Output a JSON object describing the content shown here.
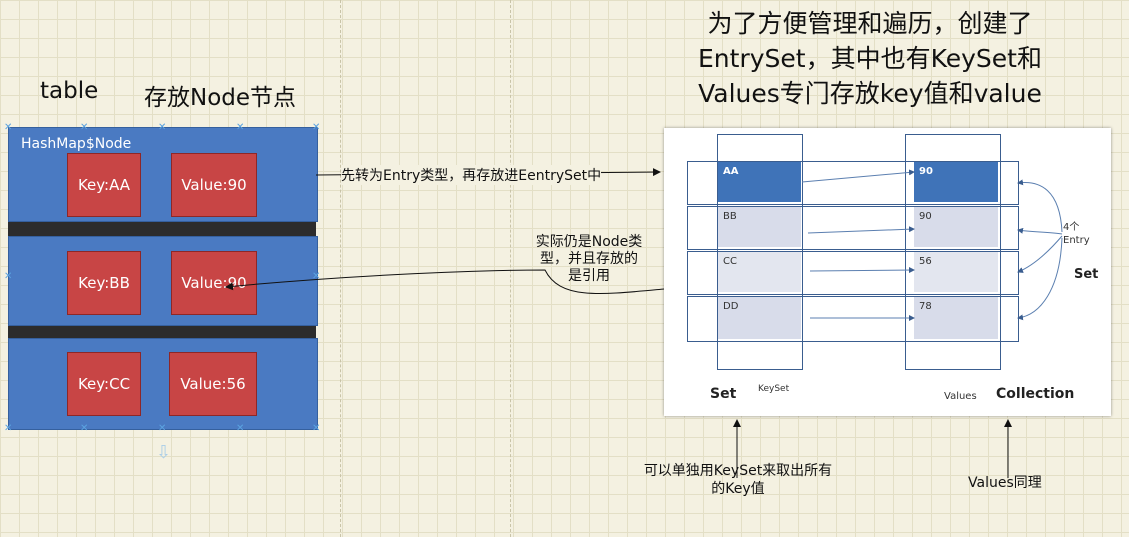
{
  "headings": {
    "table": "table",
    "node_storage": "存放Node节点",
    "title_lines": [
      "为了方便管理和遍历，创建了",
      "EntrySet，其中也有KeySet和",
      "Values专门存放key值和value"
    ]
  },
  "nodes": {
    "label": "HashMap$Node",
    "rows": [
      {
        "key": "Key:AA",
        "value": "Value:90"
      },
      {
        "key": "Key:BB",
        "value": "Value:90"
      },
      {
        "key": "Key:CC",
        "value": "Value:56"
      }
    ]
  },
  "arrows": {
    "to_entryset": "先转为Entry类型，再存放进EentrySet中",
    "still_node_lines": [
      "实际仍是Node类",
      "型，并且存放的",
      "是引用"
    ]
  },
  "panel": {
    "keys": [
      "AA",
      "BB",
      "CC",
      "DD"
    ],
    "values": [
      "90",
      "90",
      "56",
      "78"
    ],
    "entry_count_lines": [
      "4个",
      "Entry"
    ],
    "set_label": "Set",
    "keyset_set": "Set",
    "keyset_small": "KeySet",
    "values_small": "Values",
    "collection": "Collection"
  },
  "bottom_notes": {
    "keyset_lines": [
      "可以单独用KeySet来取出所有",
      "的Key值"
    ],
    "values": "Values同理"
  },
  "colors": {
    "node_blue": "#4a7ac2",
    "kv_red": "#c84545",
    "cell_dark_blue": "#3f73b8"
  }
}
